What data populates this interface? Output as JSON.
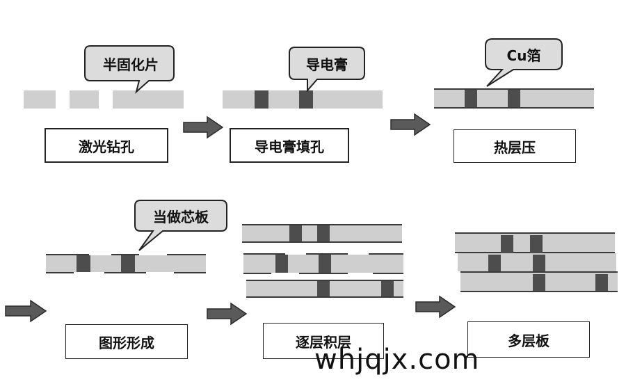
{
  "steps": [
    {
      "label": "激光钻孔",
      "callout": "半固化片"
    },
    {
      "label": "导电膏填孔",
      "callout": "导电膏"
    },
    {
      "label": "热层压",
      "callout": "Cu箔"
    },
    {
      "label": "图形形成",
      "callout": "当做芯板"
    },
    {
      "label": "逐层积层"
    },
    {
      "label": "多层板"
    }
  ],
  "watermark": "whjqjx.com",
  "colors": {
    "sheet": "#cfcfcf",
    "via": "#4d4d4d",
    "arrow": "#5a5a5a",
    "line": "#3a3a3a"
  }
}
